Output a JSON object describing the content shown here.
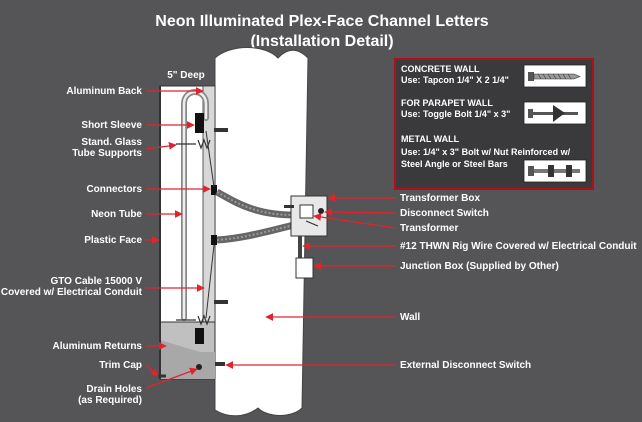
{
  "title": {
    "line1": "Neon Illuminated Plex-Face Channel Letters",
    "line2": "(Installation Detail)"
  },
  "depth_label": "5\" Deep",
  "left_labels": {
    "aluminum_back": "Aluminum Back",
    "short_sleeve": "Short Sleeve",
    "stand_glass_1": "Stand. Glass",
    "stand_glass_2": "Tube Supports",
    "connectors": "Connectors",
    "neon_tube": "Neon Tube",
    "plastic_face": "Plastic Face",
    "gto_cable_1": "GTO Cable 15000 V",
    "gto_cable_2": "Covered w/ Electrical Conduit",
    "aluminum_returns": "Aluminum Returns",
    "trim_cap": "Trim Cap",
    "drain_holes_1": "Drain Holes",
    "drain_holes_2": "(as Required)"
  },
  "right_labels": {
    "transformer_box": "Transformer Box",
    "disconnect_switch": "Disconnect Switch",
    "transformer": "Transformer",
    "rig_wire": "#12 THWN Rig Wire Covered w/ Electrical Conduit",
    "junction_box": "Junction Box (Supplied by Other)",
    "wall": "Wall",
    "external_disconnect": "External Disconnect Switch"
  },
  "fasteners": {
    "concrete_title": "CONCRETE WALL",
    "concrete_use": "Use: Tapcon 1/4\" X  2 1/4\"",
    "parapet_title": "FOR PARAPET WALL",
    "parapet_use": "Use: Toggle Bolt 1/4\" x 3\"",
    "metal_title": "METAL WALL",
    "metal_use_1": "Use: 1/4\" x 3\" Bolt w/ Nut Reinforced w/",
    "metal_use_2": "Steel Angle or Steel Bars"
  },
  "colors": {
    "background": "#555557",
    "arrow": "#e0242c",
    "outline": "#b01018",
    "text": "#ffffff"
  }
}
